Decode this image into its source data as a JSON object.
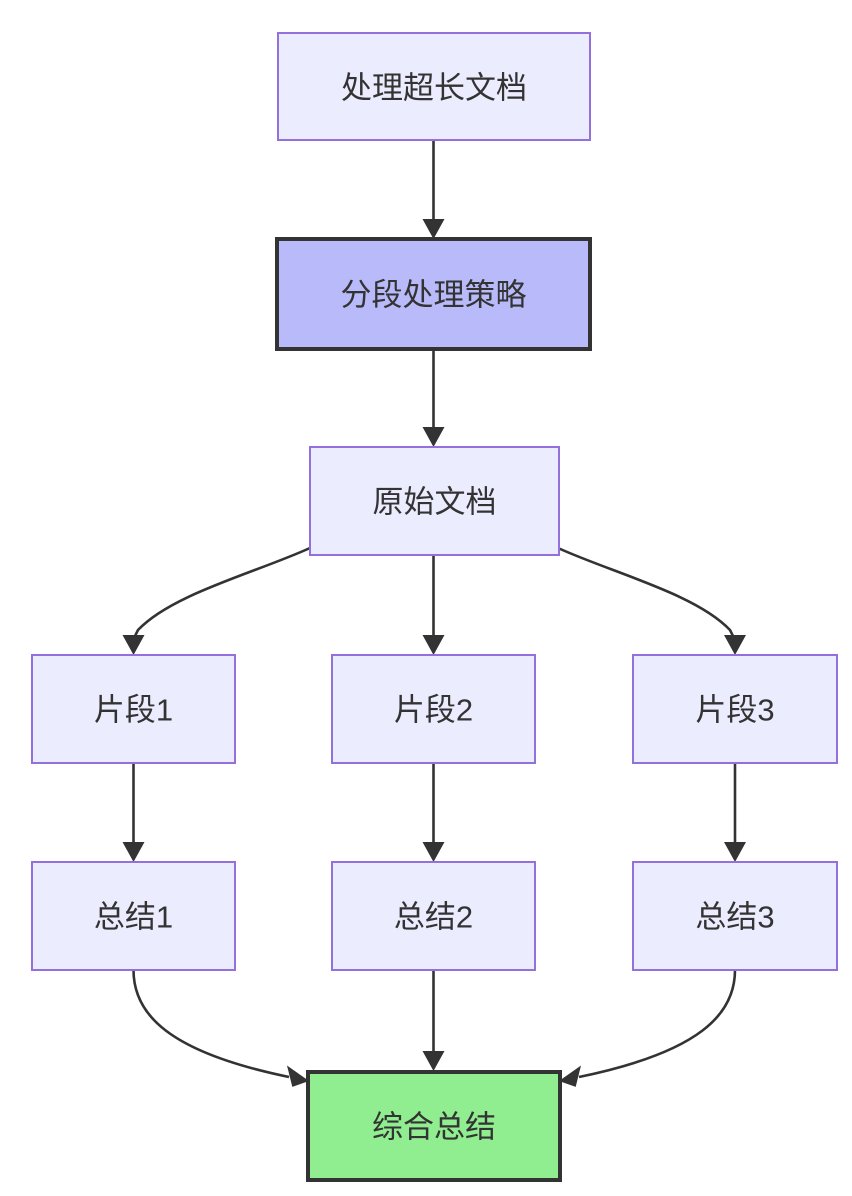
{
  "diagram": {
    "type": "flowchart-top-down",
    "colors": {
      "canvas_bg": "#ffffff",
      "node_fill": "#ECECFF",
      "node_border": "#9370DB",
      "highlight_fill": "#b9baf9",
      "highlight_border": "#333333",
      "success_fill": "#90EE90",
      "success_border": "#333333",
      "edge_color": "#333333",
      "text_color": "#333333"
    },
    "nodes": [
      {
        "label": "处理超长文档",
        "style": "default"
      },
      {
        "label": "分段处理策略",
        "style": "highlight"
      },
      {
        "label": "原始文档",
        "style": "default"
      },
      {
        "label": "片段1",
        "style": "default"
      },
      {
        "label": "片段2",
        "style": "default"
      },
      {
        "label": "片段3",
        "style": "default"
      },
      {
        "label": "总结1",
        "style": "default"
      },
      {
        "label": "总结2",
        "style": "default"
      },
      {
        "label": "总结3",
        "style": "default"
      },
      {
        "label": "综合总结",
        "style": "success"
      }
    ],
    "edges": [
      {
        "from": "处理超长文档",
        "to": "分段处理策略"
      },
      {
        "from": "分段处理策略",
        "to": "原始文档"
      },
      {
        "from": "原始文档",
        "to": "片段1"
      },
      {
        "from": "原始文档",
        "to": "片段2"
      },
      {
        "from": "原始文档",
        "to": "片段3"
      },
      {
        "from": "片段1",
        "to": "总结1"
      },
      {
        "from": "片段2",
        "to": "总结2"
      },
      {
        "from": "片段3",
        "to": "总结3"
      },
      {
        "from": "总结1",
        "to": "综合总结"
      },
      {
        "from": "总结2",
        "to": "综合总结"
      },
      {
        "from": "总结3",
        "to": "综合总结"
      }
    ]
  }
}
